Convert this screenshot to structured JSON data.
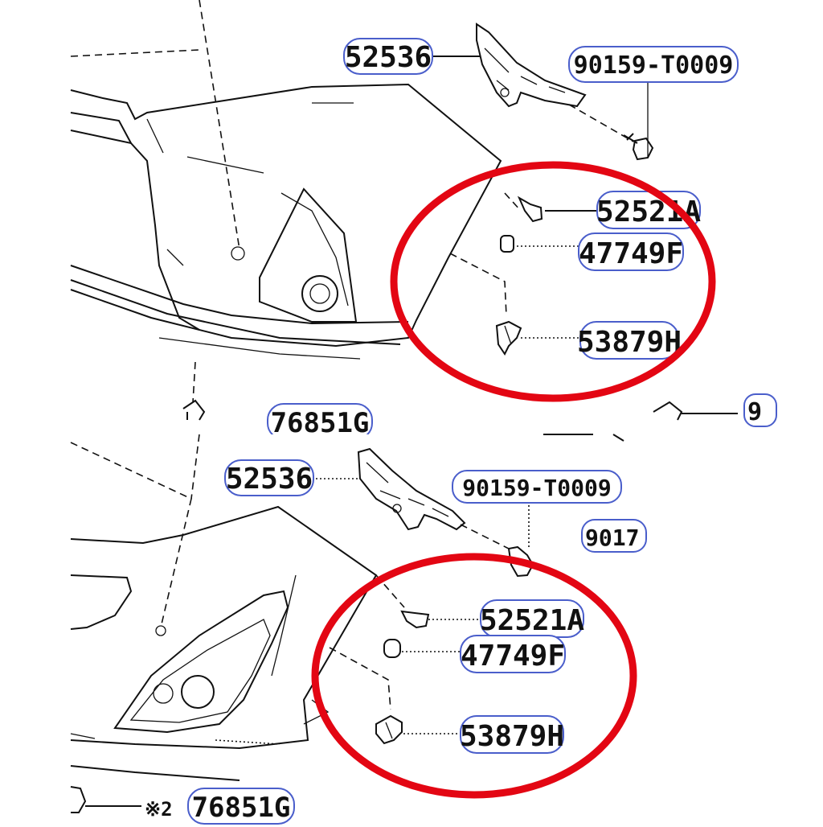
{
  "panels": [
    {
      "id": "top",
      "labels": {
        "bracket": "52536",
        "screw": "90159-T0009",
        "clip": "52521A",
        "nut": "47749F",
        "retainer": "53879H",
        "bottom_part": "76851G",
        "bottom_right_partial": "9"
      }
    },
    {
      "id": "bottom",
      "labels": {
        "bracket": "52536",
        "screw": "90159-T0009",
        "screw2_partial": "9017",
        "clip": "52521A",
        "nut": "47749F",
        "retainer": "53879H",
        "bottom_part": "76851G",
        "bottom_note": "※2"
      }
    }
  ],
  "highlight": {
    "color": "#e30613",
    "shape": "ellipse",
    "label_border_color": "#4a5ecb"
  }
}
